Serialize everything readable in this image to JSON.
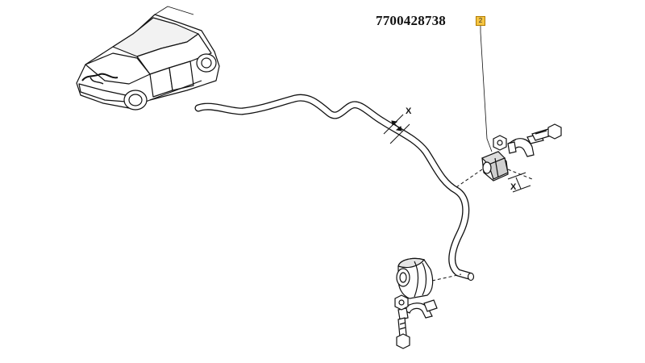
{
  "part_number": "7700428738",
  "callout_number": "2",
  "dimension_label": "X",
  "colors": {
    "line": "#111111",
    "callout_fill": "#f5c542",
    "callout_border": "#b07a00",
    "background": "#ffffff"
  }
}
